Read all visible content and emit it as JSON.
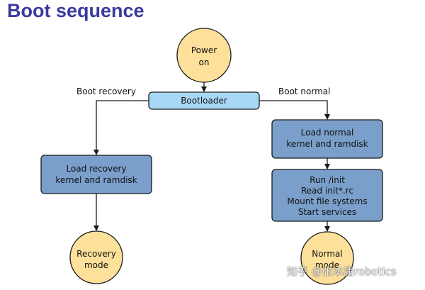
{
  "title": "Boot sequence",
  "colors": {
    "title": "#3b3b9e",
    "circle_fill": "#fde09a",
    "bootloader_fill": "#a9d8f7",
    "process_fill": "#7a9fcb",
    "stroke": "#1a1a1a"
  },
  "nodes": {
    "power_on": {
      "line1": "Power",
      "line2": "on"
    },
    "bootloader": {
      "label": "Bootloader"
    },
    "load_recovery": {
      "line1": "Load recovery",
      "line2": "kernel and ramdisk"
    },
    "load_normal": {
      "line1": "Load normal",
      "line2": "kernel and ramdisk"
    },
    "init_steps": {
      "line1": "Run /init",
      "line2": "Read init*.rc",
      "line3": "Mount file systems",
      "line4": "Start services"
    },
    "recovery_mode": {
      "line1": "Recovery",
      "line2": "mode"
    },
    "normal_mode": {
      "line1": "Normal",
      "line2": "mode"
    }
  },
  "edges": {
    "boot_recovery": "Boot recovery",
    "boot_normal": "Boot normal"
  },
  "watermark": "知乎 @张本庸robotics"
}
